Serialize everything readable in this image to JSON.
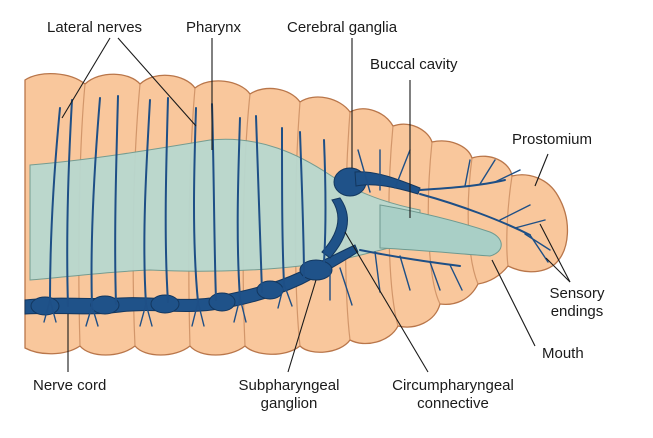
{
  "labels": {
    "lateral_nerves": "Lateral nerves",
    "pharynx": "Pharynx",
    "cerebral_ganglia": "Cerebral ganglia",
    "buccal_cavity": "Buccal cavity",
    "prostomium": "Prostomium",
    "sensory_endings_line1": "Sensory",
    "sensory_endings_line2": "endings",
    "mouth": "Mouth",
    "nerve_cord": "Nerve cord",
    "subpharyngeal_line1": "Subpharyngeal",
    "subpharyngeal_line2": "ganglion",
    "circum_line1": "Circumpharyngeal",
    "circum_line2": "connective"
  },
  "colors": {
    "body": "#f9c79c",
    "pharynx": "#b8d8cf",
    "nerve": "#1e4f86"
  }
}
